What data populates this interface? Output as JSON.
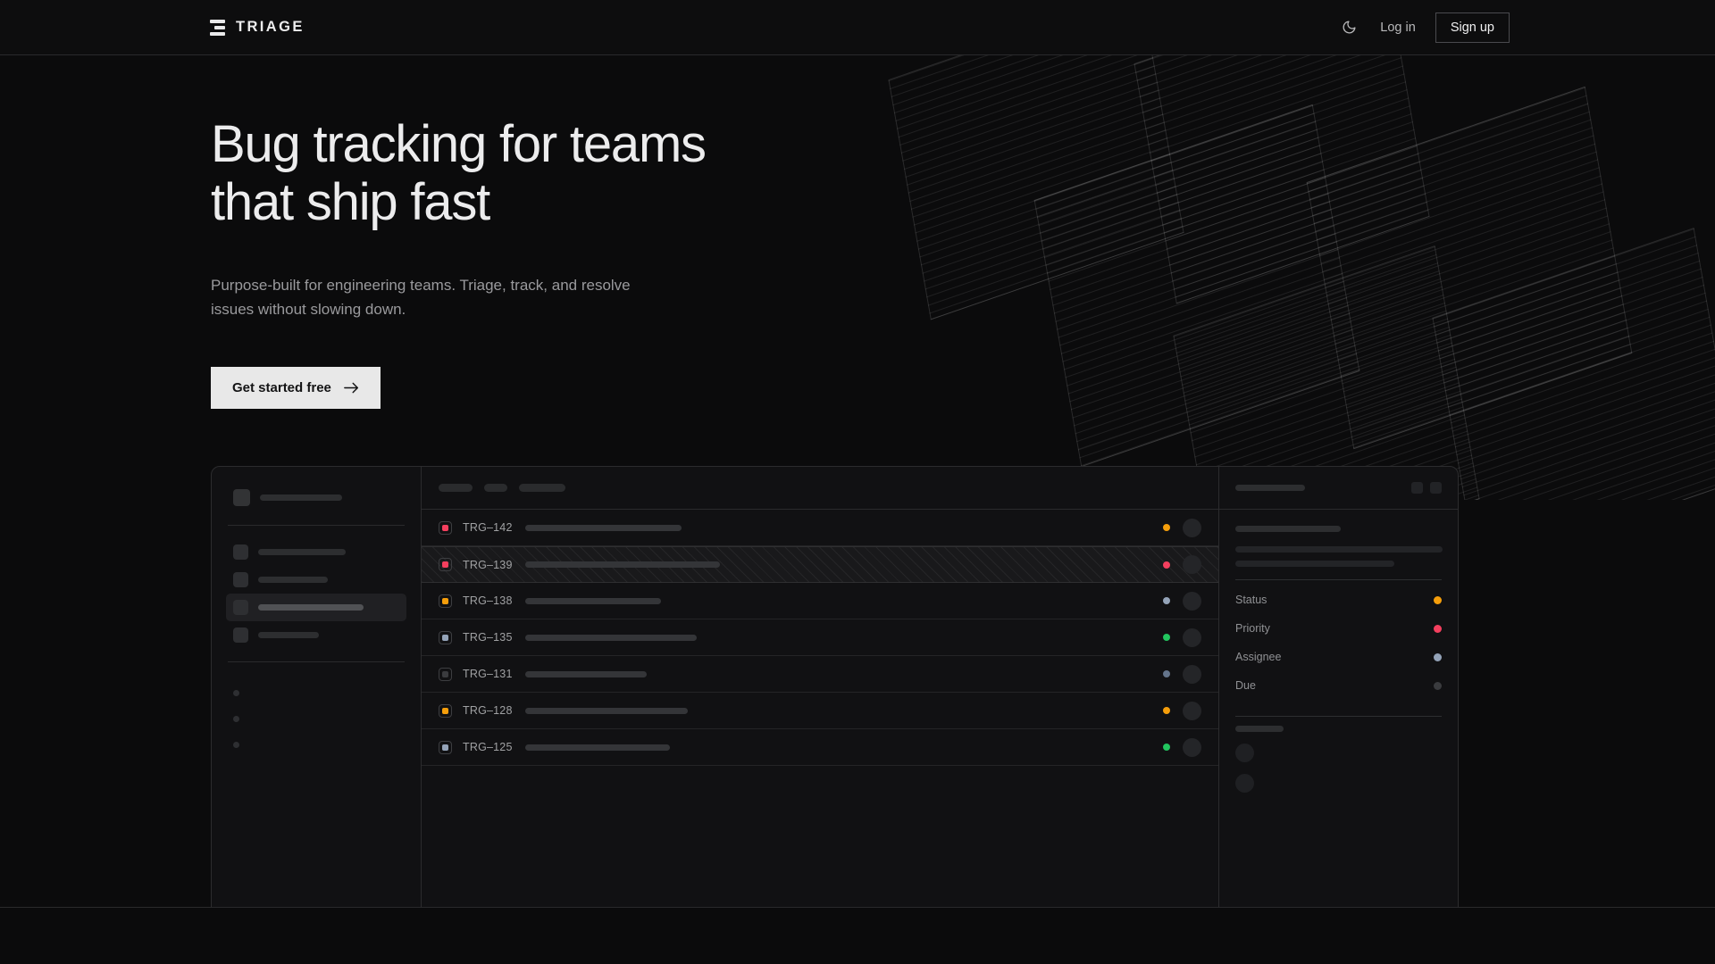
{
  "brand": {
    "name": "TRIAGE",
    "logo_icon": "stacked-bars-logo-icon"
  },
  "nav": {
    "theme_toggle_icon": "moon-icon",
    "login_label": "Log in",
    "signup_label": "Sign up"
  },
  "hero": {
    "heading_line1": "Bug tracking for teams",
    "heading_line2": "that ship fast",
    "subtext": "Purpose-built for engineering teams. Triage, track, and resolve issues without slowing down.",
    "cta_label": "Get started free",
    "cta_icon": "arrow-right-icon"
  },
  "colors": {
    "background": "#0b0b0c",
    "surface": "#111113",
    "border": "#2c2c2e",
    "text_primary": "#ececed",
    "text_muted": "#9a9a9d",
    "accent_pink": "#f43f5e",
    "accent_orange": "#f59e0b",
    "accent_green": "#22c55e",
    "accent_slate": "#94a3b8",
    "accent_dim": "#3a3b3e",
    "cta_bg": "#e8e8e8"
  },
  "mockup": {
    "sidebar": {
      "workspace_width": 92,
      "nav_items": [
        {
          "width": 98,
          "active": false
        },
        {
          "width": 78,
          "active": false
        },
        {
          "width": 118,
          "active": true
        },
        {
          "width": 68,
          "active": false
        }
      ],
      "section_label_width": 62,
      "sub_items": 3
    },
    "toolbar": {
      "chips": [
        38,
        26,
        52
      ]
    },
    "issues": [
      {
        "id": "TRG–142",
        "priority_color": "#f43f5e",
        "status_color": "#f59e0b",
        "title_width": 175,
        "highlighted": false
      },
      {
        "id": "TRG–139",
        "priority_color": "#f43f5e",
        "status_color": "#f43f5e",
        "title_width": 218,
        "highlighted": true
      },
      {
        "id": "TRG–138",
        "priority_color": "#f59e0b",
        "status_color": "#94a3b8",
        "title_width": 152,
        "highlighted": false
      },
      {
        "id": "TRG–135",
        "priority_color": "#94a3b8",
        "status_color": "#22c55e",
        "title_width": 192,
        "highlighted": false
      },
      {
        "id": "TRG–131",
        "priority_color": "#3a3b3e",
        "status_color": "#64748b",
        "title_width": 136,
        "highlighted": false
      },
      {
        "id": "TRG–128",
        "priority_color": "#f59e0b",
        "status_color": "#f59e0b",
        "title_width": 182,
        "highlighted": false
      },
      {
        "id": "TRG–125",
        "priority_color": "#94a3b8",
        "status_color": "#22c55e",
        "title_width": 162,
        "highlighted": false
      }
    ],
    "detail": {
      "title_width": 78,
      "header_icons": [
        "icon-button-a",
        "icon-button-b"
      ],
      "summary_width": 118,
      "body_widths": [
        232,
        178
      ],
      "fields": [
        {
          "label": "Status",
          "color": "#f59e0b"
        },
        {
          "label": "Priority",
          "color": "#f43f5e"
        },
        {
          "label": "Assignee",
          "color": "#94a3b8"
        },
        {
          "label": "Due",
          "color": "#3a3b3e"
        }
      ],
      "activity_label_width": 54,
      "comment_avatars": 2
    }
  }
}
